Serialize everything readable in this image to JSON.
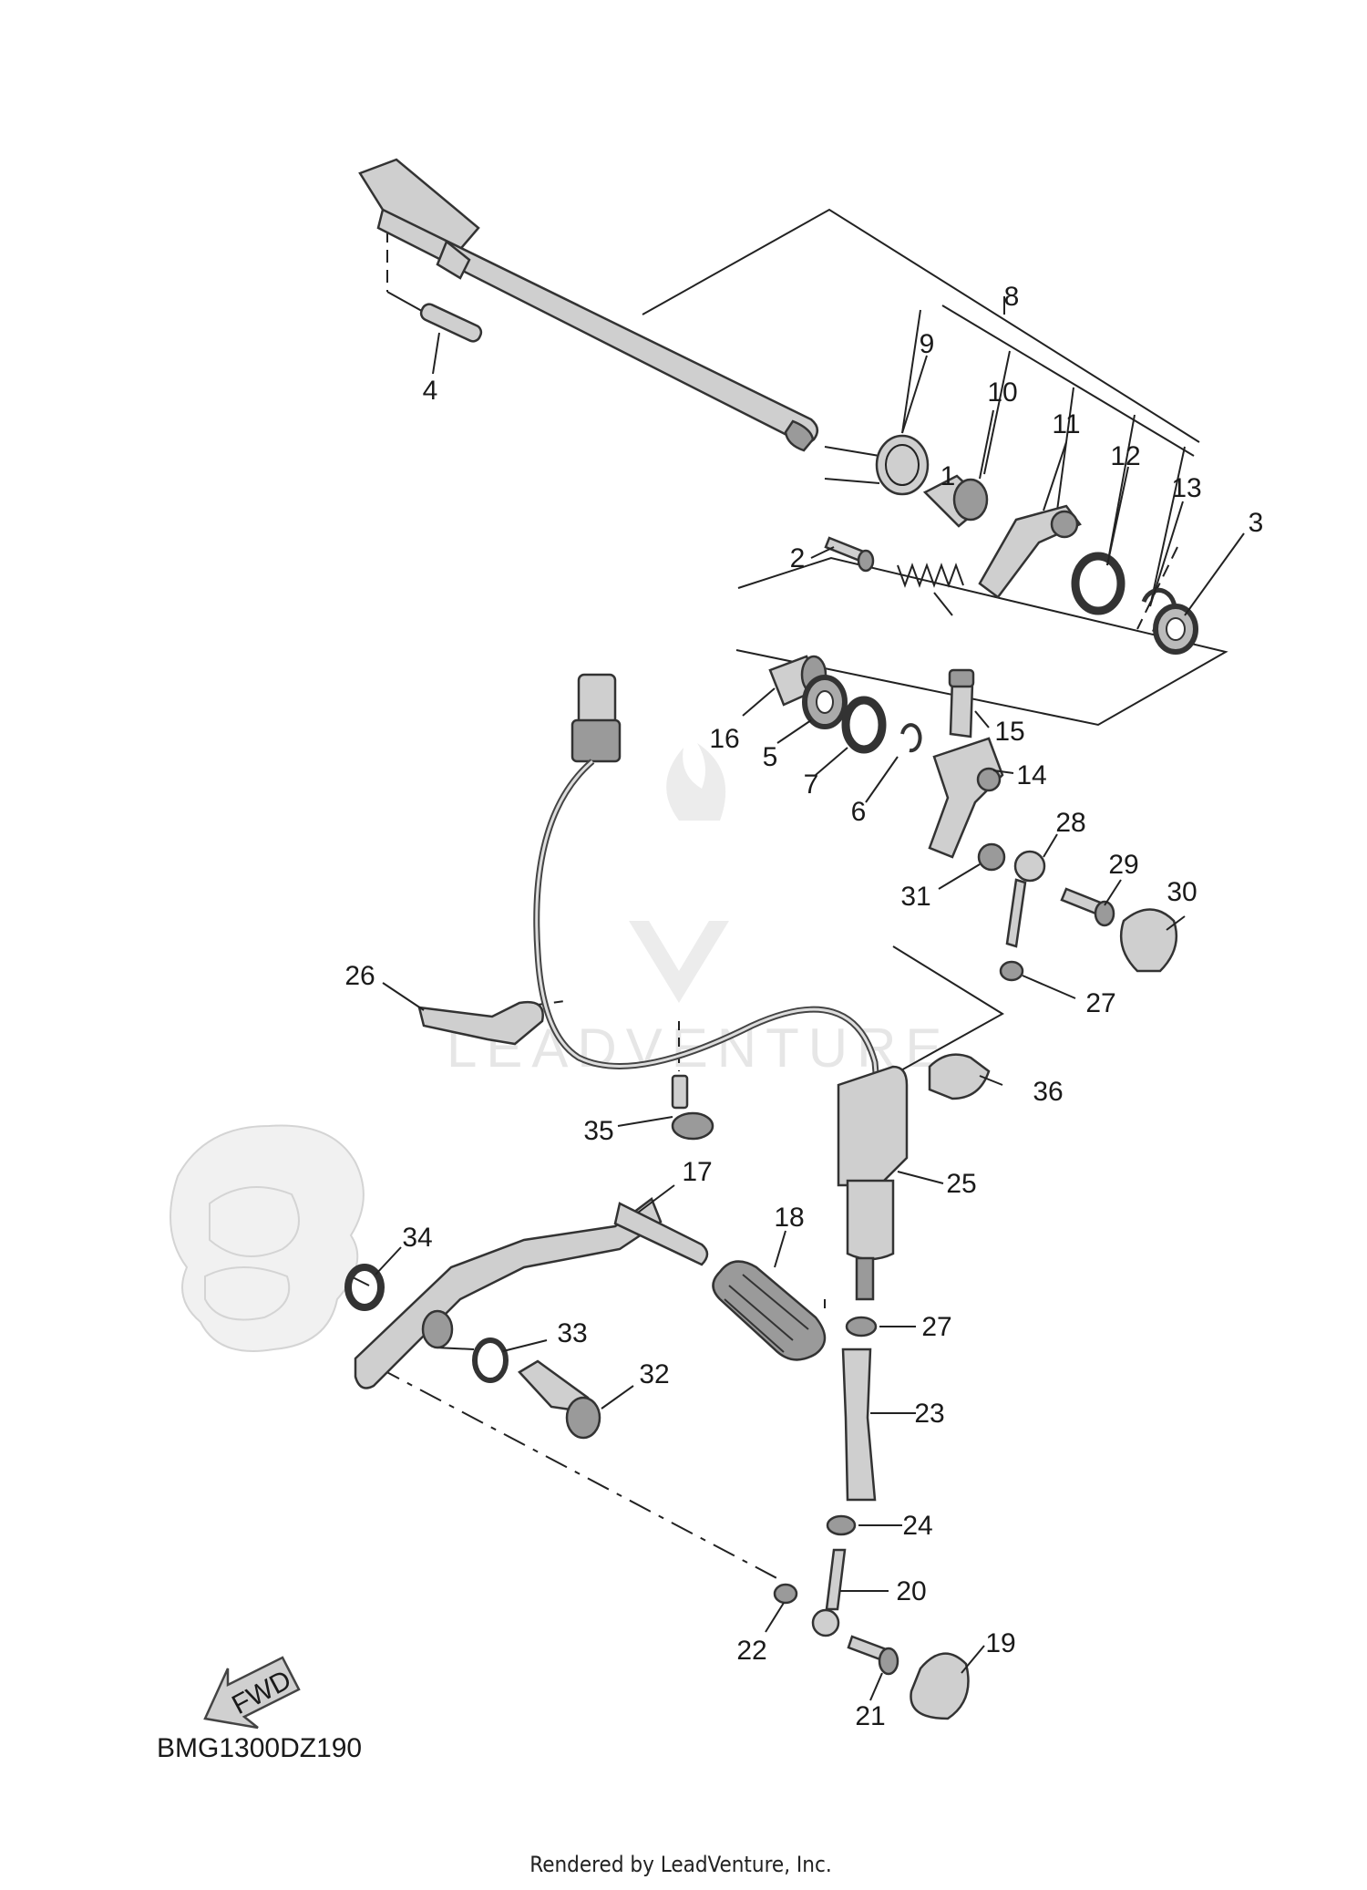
{
  "diagram_code": "BMG1300DZ190",
  "footer_text": "Rendered by LeadVenture, Inc.",
  "watermark_text": "LEADVENTURE",
  "fwd_label": "FWD",
  "callouts": {
    "c1": "1",
    "c2": "2",
    "c3": "3",
    "c4": "4",
    "c5": "5",
    "c6": "6",
    "c7": "7",
    "c8": "8",
    "c9": "9",
    "c10": "10",
    "c11": "11",
    "c12": "12",
    "c13": "13",
    "c14": "14",
    "c15": "15",
    "c16": "16",
    "c17": "17",
    "c18": "18",
    "c19": "19",
    "c20": "20",
    "c21": "21",
    "c22": "22",
    "c23": "23",
    "c24": "24",
    "c25": "25",
    "c26": "26",
    "c27a": "27",
    "c27b": "27",
    "c28": "28",
    "c29": "29",
    "c30": "30",
    "c31": "31",
    "c32": "32",
    "c33": "33",
    "c34": "34",
    "c35": "35",
    "c36": "36"
  }
}
